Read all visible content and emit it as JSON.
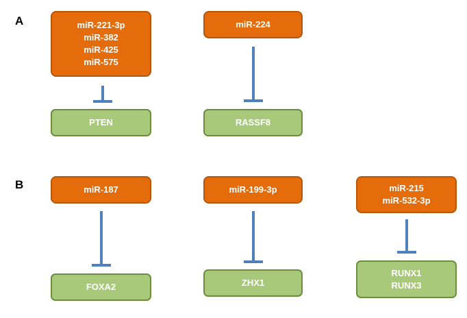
{
  "colors": {
    "mirna_fill": "#e46c0a",
    "mirna_border": "#b6560a",
    "target_fill": "#a9c97a",
    "target_border": "#6b8e3e",
    "inhibition_line": "#4f81bd",
    "text": "#ffffff"
  },
  "panels": [
    {
      "label": "A",
      "interactions": [
        {
          "mirnas": [
            "miR-221-3p",
            "miR-382",
            "miR-425",
            "miR-575"
          ],
          "targets": [
            "PTEN"
          ]
        },
        {
          "mirnas": [
            "miR-224"
          ],
          "targets": [
            "RASSF8"
          ]
        }
      ]
    },
    {
      "label": "B",
      "interactions": [
        {
          "mirnas": [
            "miR-187"
          ],
          "targets": [
            "FOXA2"
          ]
        },
        {
          "mirnas": [
            "miR-199-3p"
          ],
          "targets": [
            "ZHX1"
          ]
        },
        {
          "mirnas": [
            "miR-215",
            "miR-532-3p"
          ],
          "targets": [
            "RUNX1",
            "RUNX3"
          ]
        }
      ]
    }
  ]
}
